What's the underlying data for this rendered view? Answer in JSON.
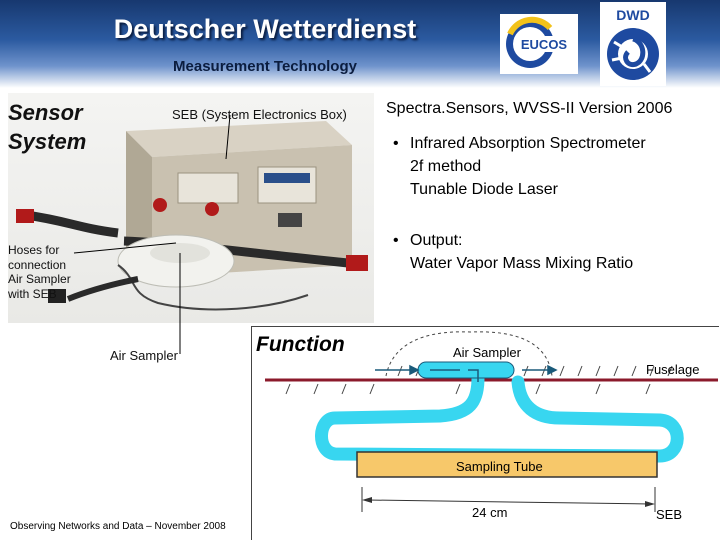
{
  "header": {
    "title": "Deutscher Wetterdienst",
    "subtitle": "Measurement Technology",
    "logos": [
      {
        "name": "eucos-logo",
        "text": "EUCOS"
      },
      {
        "name": "dwd-logo",
        "text": "DWD"
      }
    ]
  },
  "photo": {
    "heading_line1": "Sensor",
    "heading_line2": "System",
    "seb_caption": "SEB (System Electronics Box)",
    "hoses_caption": [
      "Hoses for",
      "connection",
      "Air Sampler",
      "with SEB"
    ],
    "air_sampler_caption": "Air Sampler"
  },
  "specs": {
    "product": "Spectra.Sensors, WVSS-II Version 2006",
    "bullets": [
      {
        "marker": "•",
        "lines": [
          "Infrared Absorption Spectrometer",
          "2f method",
          "Tunable Diode Laser"
        ]
      },
      {
        "marker": "•",
        "lines": [
          "Output:",
          "Water Vapor Mass Mixing Ratio"
        ]
      }
    ]
  },
  "diagram": {
    "function_label": "Function",
    "air_sampler_label": "Air Sampler",
    "fuselage_label": "Fuselage",
    "sampling_tube_label": "Sampling Tube",
    "length_label": "24 cm",
    "seb_label": "SEB",
    "colors": {
      "tube": "#38d6f0",
      "fuselage": "#8b1a2b",
      "sampling_tube": "#f7c86a"
    }
  },
  "footer": {
    "text": "Observing Networks and Data – November 2008"
  }
}
